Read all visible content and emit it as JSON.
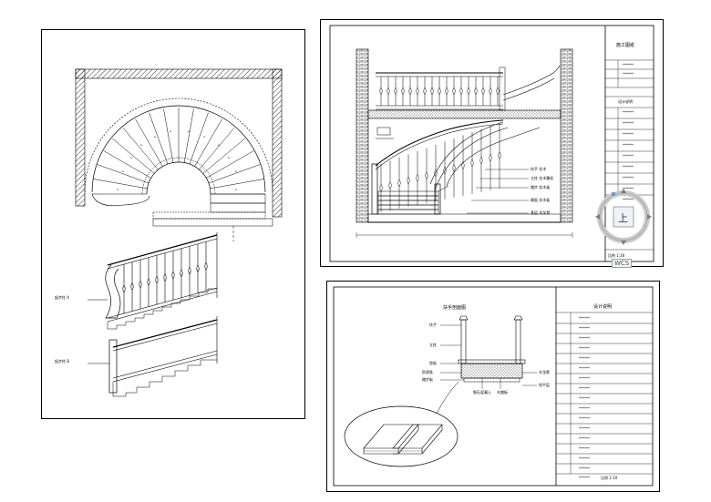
{
  "sheet_a": {
    "label_post_1": "起步柱 A",
    "label_post_2": "起步柱 B"
  },
  "sheet_b": {
    "title_block": {
      "title": "施工图纸",
      "rows_top": [
        "******",
        "******"
      ],
      "section": "设计说明",
      "rows": [
        "******",
        "******",
        "******",
        "******",
        "******",
        "******",
        "******",
        "******",
        "******"
      ],
      "footer": "比例 1:30"
    },
    "callouts": [
      "扶手 实木",
      "立柱 实木雕花",
      "踏步 实木板",
      "踢面 实木板",
      "基层 木龙骨"
    ]
  },
  "sheet_c": {
    "heading": "扶手剖面图",
    "left_labels": [
      "扶手",
      "立柱",
      "垫板",
      "防滑条",
      "踏步板"
    ],
    "right_labels": [
      "木龙骨",
      "找平层"
    ],
    "bottom_labels": [
      "细石混凝土",
      "木踏板"
    ],
    "title_block": {
      "title": "设计说明",
      "rows": [
        "******",
        "******",
        "******",
        "******",
        "******",
        "******",
        "******",
        "******",
        "******",
        "******",
        "******",
        "******",
        "******",
        "******",
        "******",
        "******",
        "******"
      ],
      "footer": "比例 1:10"
    }
  },
  "viewcube": {
    "face": "上",
    "wcs": "WCS"
  }
}
